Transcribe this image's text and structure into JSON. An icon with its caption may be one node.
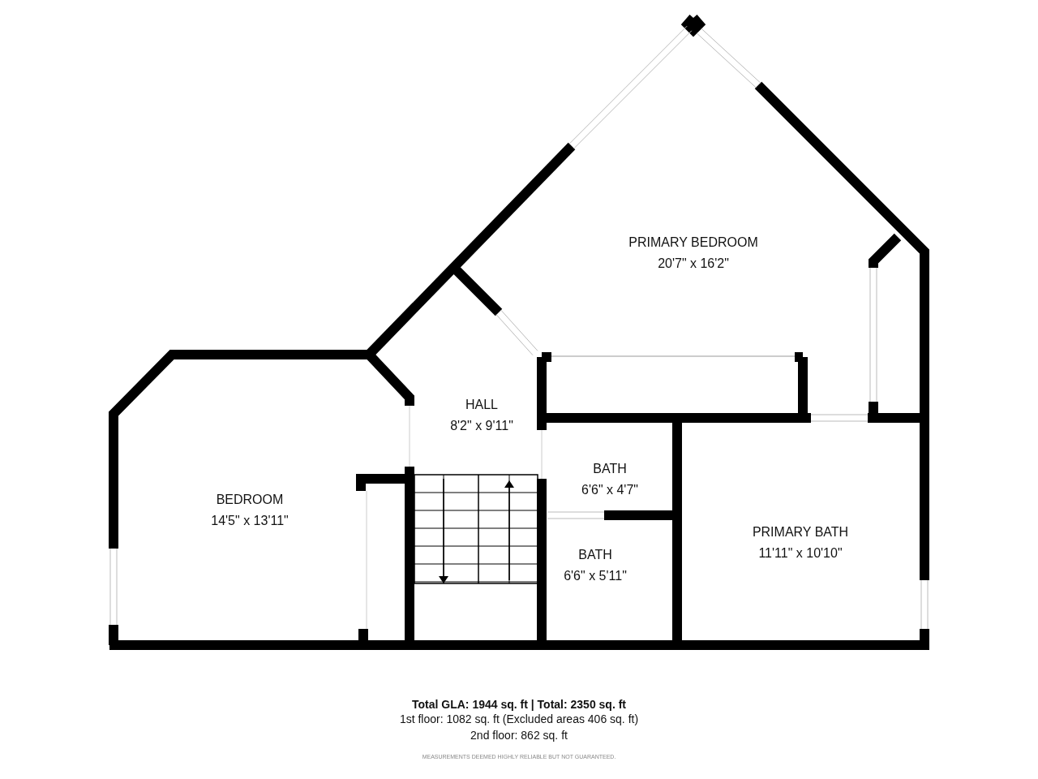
{
  "diagram": {
    "nodes": [
      {
        "text": [
          "PRIMARY BEDROOM",
          "20'7\" x 16'2\""
        ]
      },
      {
        "text": [
          "HALL",
          "8'2\" x 9'11\""
        ]
      },
      {
        "text": [
          "BEDROOM",
          "14'5\" x 13'11\""
        ]
      },
      {
        "text": [
          "BATH",
          "6'6\" x 4'7\""
        ]
      },
      {
        "text": [
          "BATH",
          "6'6\" x 5'11\""
        ]
      },
      {
        "text": [
          "PRIMARY BATH",
          "11'11\" x 10'10\""
        ]
      }
    ],
    "edges": [],
    "labels": [
      "Total GLA: 1944 sq. ft | Total: 2350 sq. ft",
      "1st floor: 1082 sq. ft (Excluded areas 406 sq. ft)",
      "2nd floor: 862 sq. ft",
      "MEASUREMENTS DEEMED HIGHLY RELIABLE BUT NOT GUARANTEED."
    ]
  }
}
